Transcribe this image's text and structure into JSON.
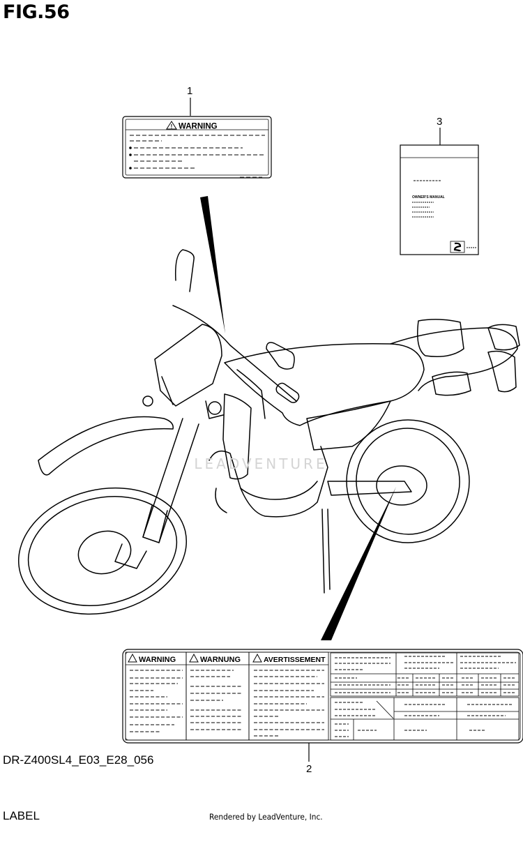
{
  "figure": {
    "title": "FIG.56"
  },
  "callouts": [
    "1",
    "2",
    "3"
  ],
  "label1": {
    "heading": "WARNING"
  },
  "label2": {
    "panels": [
      "WARNING",
      "WARNUNG",
      "AVERTISSEMENT"
    ]
  },
  "label3": {
    "title": "OWNER'S MANUAL"
  },
  "watermark": {
    "text": "LEADVENTURE"
  },
  "footer": {
    "code": "DR-Z400SL4_E03_E28_056",
    "label": "LABEL",
    "rendered_by": "Rendered by LeadVenture, Inc."
  }
}
